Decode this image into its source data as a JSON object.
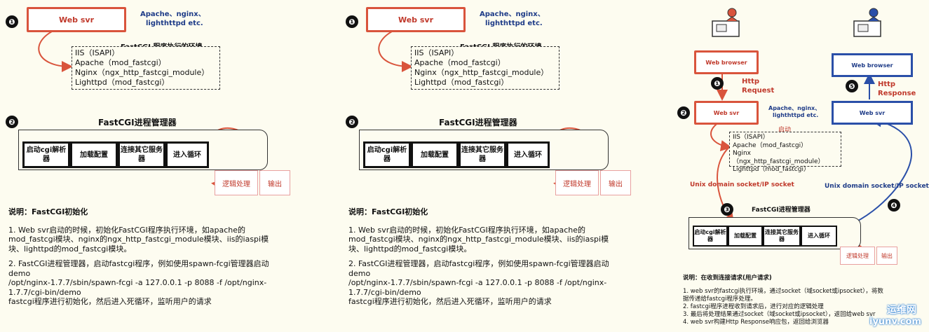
{
  "panel_a": {
    "step1": "❶",
    "step2": "❷",
    "web_svr": "Web svr",
    "servers_note": [
      "Apache、nginx、",
      "lighthttpd etc."
    ],
    "env_title": "FastCGI 程序执行的环境",
    "env_items": [
      "IIS（ISAPI）",
      "Apache（mod_fastcgi）",
      "Nginx（ngx_http_fastcgi_module）",
      "Lighttpd（mod_fastcgi）"
    ],
    "mgr_title": "FastCGI进程管理器",
    "mgr_steps": [
      "启动cgi解析器",
      "加载配置",
      "连接其它服务器",
      "进入循环"
    ],
    "logic": "逻辑处理",
    "output": "输出",
    "desc_head": "说明：FastCGI初始化",
    "desc_p1": "1. Web svr启动的时候，初始化FastCGI程序执行环境，如apache的mod_fastcgi模块、nginx的ngx_http_fastcgi_module模块、iis的iaspi模块、lighttpd的mod_fastcgi模块。",
    "desc_p2a": "2. FastCGI进程管理器，启动fastcgi程序，例如使用spawn-fcgi管理器启动demo",
    "desc_p2b": "/opt/nginx-1.7.7/sbin/spawn-fcgi -a 127.0.0.1 -p 8088 -f /opt/nginx-1.7.7/cgi-bin/demo",
    "desc_p2c": "fastcgi程序进行初始化，然后进入死循环，监听用户的请求"
  },
  "panel_c": {
    "web_browser_left": "Web browser",
    "web_browser_right": "Web browser",
    "http_request": [
      "Http",
      "Request"
    ],
    "http_response": [
      "Http",
      "Response"
    ],
    "web_svr_left": "Web svr",
    "web_svr_right": "Web svr",
    "servers_note": [
      "Apache、nginx、",
      "lighthttpd etc."
    ],
    "start": "启动",
    "env_items": [
      "IIS（ISAPI）",
      "Apache（mod_fastcgi）",
      "Nginx（ngx_http_fastcgi_module）",
      "Lighttpd（mod_fastcgi）"
    ],
    "unix_socket_left": "Unix domain socket/IP socket",
    "unix_socket_right": "Unix domain socket/IP socket",
    "mgr_title": "FastCGI进程管理器",
    "mgr_steps": [
      "启动cgi解析器",
      "加载配置",
      "连接其它服务器",
      "进入循环"
    ],
    "logic": "逻辑处理",
    "output": "输出",
    "n1": "❶",
    "n2": "❷",
    "n3": "❸",
    "n4": "❹",
    "n5": "❺",
    "desc_head": "说明：在收到连接请求(用户请求)",
    "desc_items": [
      "1. web svr的fastcgi执行环境，通过socket（域socket或ipsocket），将数据传递给fastcgi程序处理。",
      "2. fastcgi程序进程收到请求后，进行对应的逻辑处理",
      "3. 最后将处理结果通过socket（域socket或ipsocket），返回给web svr",
      "4. web svr构建Http Response响应包，返回给浏览器"
    ],
    "watermark_cn": "运维网",
    "watermark_url": "iyunv.com"
  },
  "colors": {
    "red": "#d9543c",
    "blue": "#2a4fa8",
    "background": "#fdfcf0"
  }
}
